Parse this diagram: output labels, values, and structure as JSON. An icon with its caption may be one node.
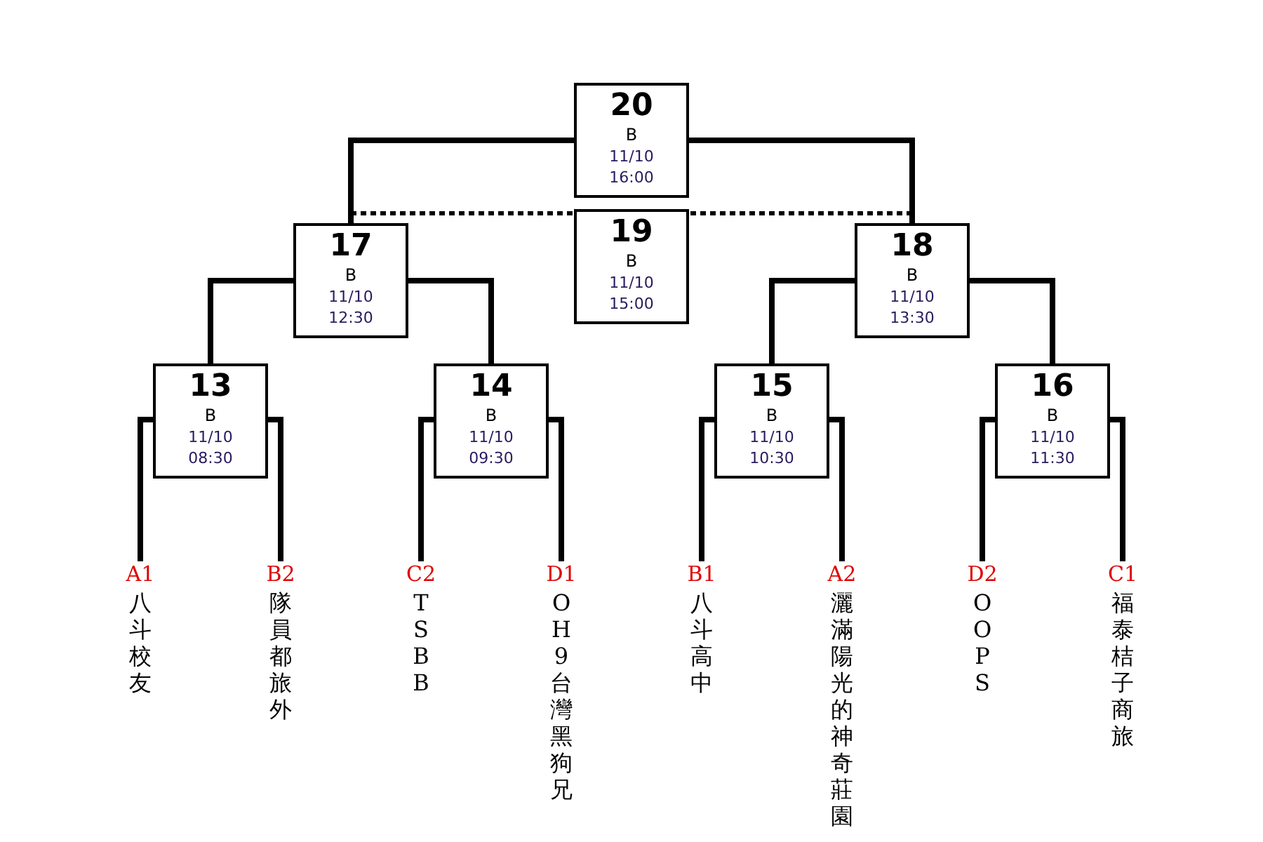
{
  "diagram": {
    "nodes": [
      {
        "text": [
          "20",
          "B",
          "11/10",
          "16:00"
        ]
      },
      {
        "text": [
          "17",
          "B",
          "11/10",
          "12:30"
        ]
      },
      {
        "text": [
          "19",
          "B",
          "11/10",
          "15:00"
        ]
      },
      {
        "text": [
          "18",
          "B",
          "11/10",
          "13:30"
        ]
      },
      {
        "text": [
          "13",
          "B",
          "11/10",
          "08:30"
        ]
      },
      {
        "text": [
          "14",
          "B",
          "11/10",
          "09:30"
        ]
      },
      {
        "text": [
          "15",
          "B",
          "11/10",
          "10:30"
        ]
      },
      {
        "text": [
          "16",
          "B",
          "11/10",
          "11:30"
        ]
      },
      {
        "text": [
          "A1",
          "八斗校友"
        ]
      },
      {
        "text": [
          "B2",
          "隊員都旅外"
        ]
      },
      {
        "text": [
          "C2",
          "TSBB"
        ]
      },
      {
        "text": [
          "D1",
          "OH9 台灣黑狗兄"
        ]
      },
      {
        "text": [
          "B1",
          "八斗高中"
        ]
      },
      {
        "text": [
          "A2",
          "灑滿陽光的神奇莊園"
        ]
      },
      {
        "text": [
          "D2",
          "OOPS"
        ]
      },
      {
        "text": [
          "C1",
          "福泰桔子商旅"
        ]
      }
    ],
    "edges": [
      {
        "from": 1,
        "to": 0,
        "arrow": "none"
      },
      {
        "from": 3,
        "to": 0,
        "arrow": "none"
      },
      {
        "from": 1,
        "to": 2,
        "arrow": "none",
        "style": "dashed"
      },
      {
        "from": 3,
        "to": 2,
        "arrow": "none",
        "style": "dashed"
      },
      {
        "from": 4,
        "to": 1,
        "arrow": "none"
      },
      {
        "from": 5,
        "to": 1,
        "arrow": "none"
      },
      {
        "from": 6,
        "to": 3,
        "arrow": "none"
      },
      {
        "from": 7,
        "to": 3,
        "arrow": "none"
      },
      {
        "from": 8,
        "to": 4,
        "arrow": "none"
      },
      {
        "from": 9,
        "to": 4,
        "arrow": "none"
      },
      {
        "from": 10,
        "to": 5,
        "arrow": "none"
      },
      {
        "from": 11,
        "to": 5,
        "arrow": "none"
      },
      {
        "from": 12,
        "to": 6,
        "arrow": "none"
      },
      {
        "from": 13,
        "to": 6,
        "arrow": "none"
      },
      {
        "from": 14,
        "to": 7,
        "arrow": "none"
      },
      {
        "from": 15,
        "to": 7,
        "arrow": "none"
      }
    ]
  }
}
